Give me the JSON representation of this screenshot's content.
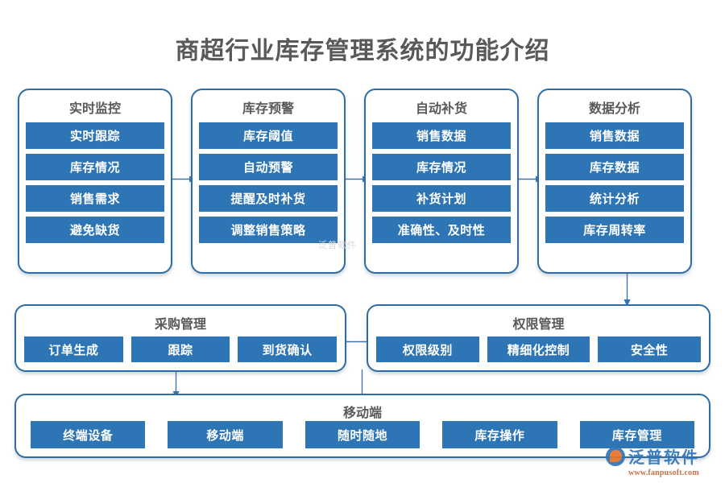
{
  "page": {
    "title": "商超行业库存管理系统的功能介绍",
    "title_color": "#595959",
    "accent_color": "#2E75B6",
    "border_color": "#2E6DA4",
    "background": "#FFFFFF"
  },
  "top_row": [
    {
      "title": "实时监控",
      "items": [
        "实时跟踪",
        "库存情况",
        "销售需求",
        "避免缺货"
      ]
    },
    {
      "title": "库存预警",
      "items": [
        "库存阈值",
        "自动预警",
        "提醒及时补货",
        "调整销售策略"
      ]
    },
    {
      "title": "自动补货",
      "items": [
        "销售数据",
        "库存情况",
        "补货计划",
        "准确性、及时性"
      ]
    },
    {
      "title": "数据分析",
      "items": [
        "销售数据",
        "库存数据",
        "统计分析",
        "库存周转率"
      ]
    }
  ],
  "mid_row": [
    {
      "title": "采购管理",
      "items": [
        "订单生成",
        "跟踪",
        "到货确认"
      ]
    },
    {
      "title": "权限管理",
      "items": [
        "权限级别",
        "精细化控制",
        "安全性"
      ]
    }
  ],
  "bottom_row": {
    "title": "移动端",
    "items": [
      "终端设备",
      "移动端",
      "随时随地",
      "库存操作",
      "库存管理"
    ]
  },
  "connectors": [
    {
      "name": "arrow-monitor-to-warning",
      "direction": "right"
    },
    {
      "name": "arrow-warning-to-replenish",
      "direction": "right"
    },
    {
      "name": "arrow-replenish-to-analysis",
      "direction": "right"
    },
    {
      "name": "arrow-analysis-to-permission",
      "direction": "down"
    },
    {
      "name": "arrow-permission-to-purchase",
      "direction": "left"
    },
    {
      "name": "arrow-purchase-to-mobile",
      "direction": "down"
    }
  ],
  "watermark": {
    "brand": "泛普软件",
    "url": "www.fanpusoft.com",
    "ghost": "泛普软件"
  }
}
